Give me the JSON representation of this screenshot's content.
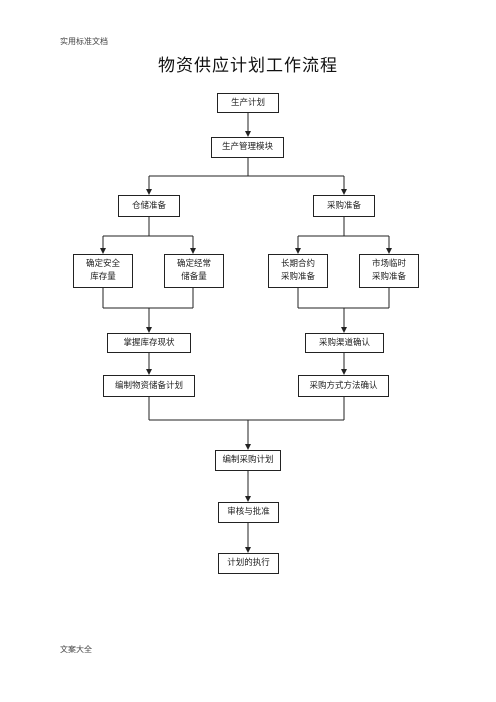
{
  "page": {
    "header": "实用标准文档",
    "footer": "文案大全",
    "title": "物资供应计划工作流程"
  },
  "flow": {
    "nodes": {
      "production_plan": "生产计划",
      "production_mgmt_module": "生产管理模块",
      "storage_prep": "仓储准备",
      "purchase_prep": "采购准备",
      "safety_stock": "确定安全\n库存量",
      "reserve_qty": "确定经常\n储备量",
      "long_term_contract": "长期合约\n采购准备",
      "market_temp_purchase": "市场临时\n采购准备",
      "inventory_status": "掌握库存现状",
      "channel_confirm": "采购渠道确认",
      "material_reserve_plan": "编制物资储备计划",
      "method_confirm": "采购方式方法确认",
      "purchase_plan": "编制采购计划",
      "review_approval": "审核与批准",
      "plan_execution": "计划的执行"
    },
    "colors": {
      "line": "#222222",
      "border": "#222222"
    }
  }
}
